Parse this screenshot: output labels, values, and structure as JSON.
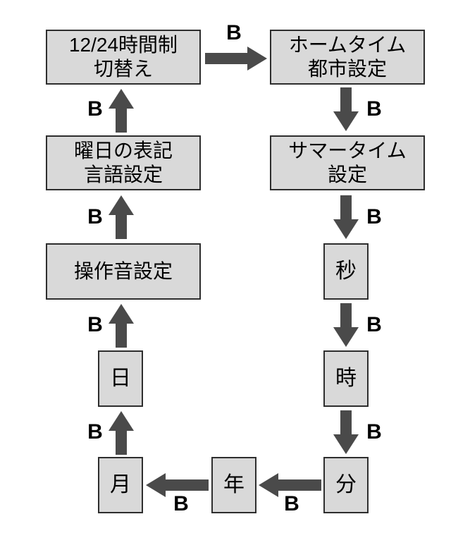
{
  "colors": {
    "background": "#ffffff",
    "node_fill": "#d9d9d9",
    "node_border": "#2e2e2e",
    "arrow": "#4a4a4a",
    "text": "#000000"
  },
  "diagram": {
    "type": "cycle-flowchart",
    "nodes": [
      {
        "id": "time-format-switch",
        "label": "12/24時間制\n切替え"
      },
      {
        "id": "home-time-city",
        "label": "ホームタイム\n都市設定"
      },
      {
        "id": "summer-time",
        "label": "サマータイム\n設定"
      },
      {
        "id": "seconds",
        "label": "秒"
      },
      {
        "id": "hour",
        "label": "時"
      },
      {
        "id": "minute",
        "label": "分"
      },
      {
        "id": "year",
        "label": "年"
      },
      {
        "id": "month",
        "label": "月"
      },
      {
        "id": "day",
        "label": "日"
      },
      {
        "id": "key-tone",
        "label": "操作音設定"
      },
      {
        "id": "weekday-language",
        "label": "曜日の表記\n言語設定"
      }
    ],
    "arrows": [
      {
        "from": "12/24時間制切替え",
        "to": "ホームタイム都市設定",
        "direction": "right",
        "label": "B"
      },
      {
        "from": "ホームタイム都市設定",
        "to": "サマータイム設定",
        "direction": "down",
        "label": "B"
      },
      {
        "from": "サマータイム設定",
        "to": "秒",
        "direction": "down",
        "label": "B"
      },
      {
        "from": "秒",
        "to": "時",
        "direction": "down",
        "label": "B"
      },
      {
        "from": "時",
        "to": "分",
        "direction": "down",
        "label": "B"
      },
      {
        "from": "分",
        "to": "年",
        "direction": "left",
        "label": "B"
      },
      {
        "from": "年",
        "to": "月",
        "direction": "left",
        "label": "B"
      },
      {
        "from": "月",
        "to": "日",
        "direction": "up",
        "label": "B"
      },
      {
        "from": "日",
        "to": "操作音設定",
        "direction": "up",
        "label": "B"
      },
      {
        "from": "操作音設定",
        "to": "曜日の表記言語設定",
        "direction": "up",
        "label": "B"
      },
      {
        "from": "曜日の表記言語設定",
        "to": "12/24時間制切替え",
        "direction": "up",
        "label": "B"
      }
    ]
  }
}
